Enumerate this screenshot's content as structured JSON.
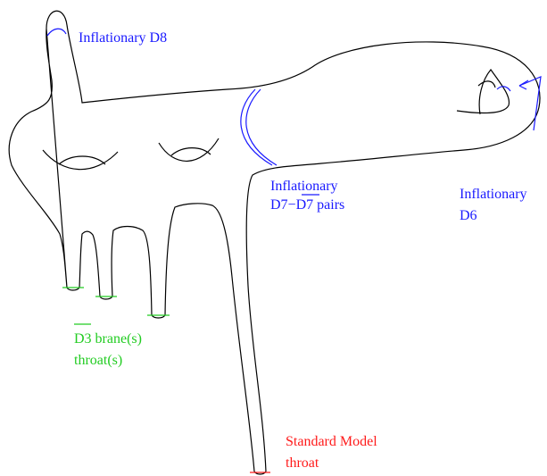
{
  "labels": {
    "d8": "Inflationary D8",
    "d7_line1": "Inflationary",
    "d7_line2_a": "D7−",
    "d7_line2_b": "D7",
    "d7_line2_c": " pairs",
    "d6_line1": "Inflationary",
    "d6_line2": "D6",
    "d3_line1": "D3 brane(s)",
    "d3_line2": "throat(s)",
    "sm_line1": "Standard Model",
    "sm_line2": "throat"
  },
  "colors": {
    "blue": "#1a1aff",
    "green": "#22cc22",
    "red": "#ff1a1a",
    "outline": "#000000"
  }
}
